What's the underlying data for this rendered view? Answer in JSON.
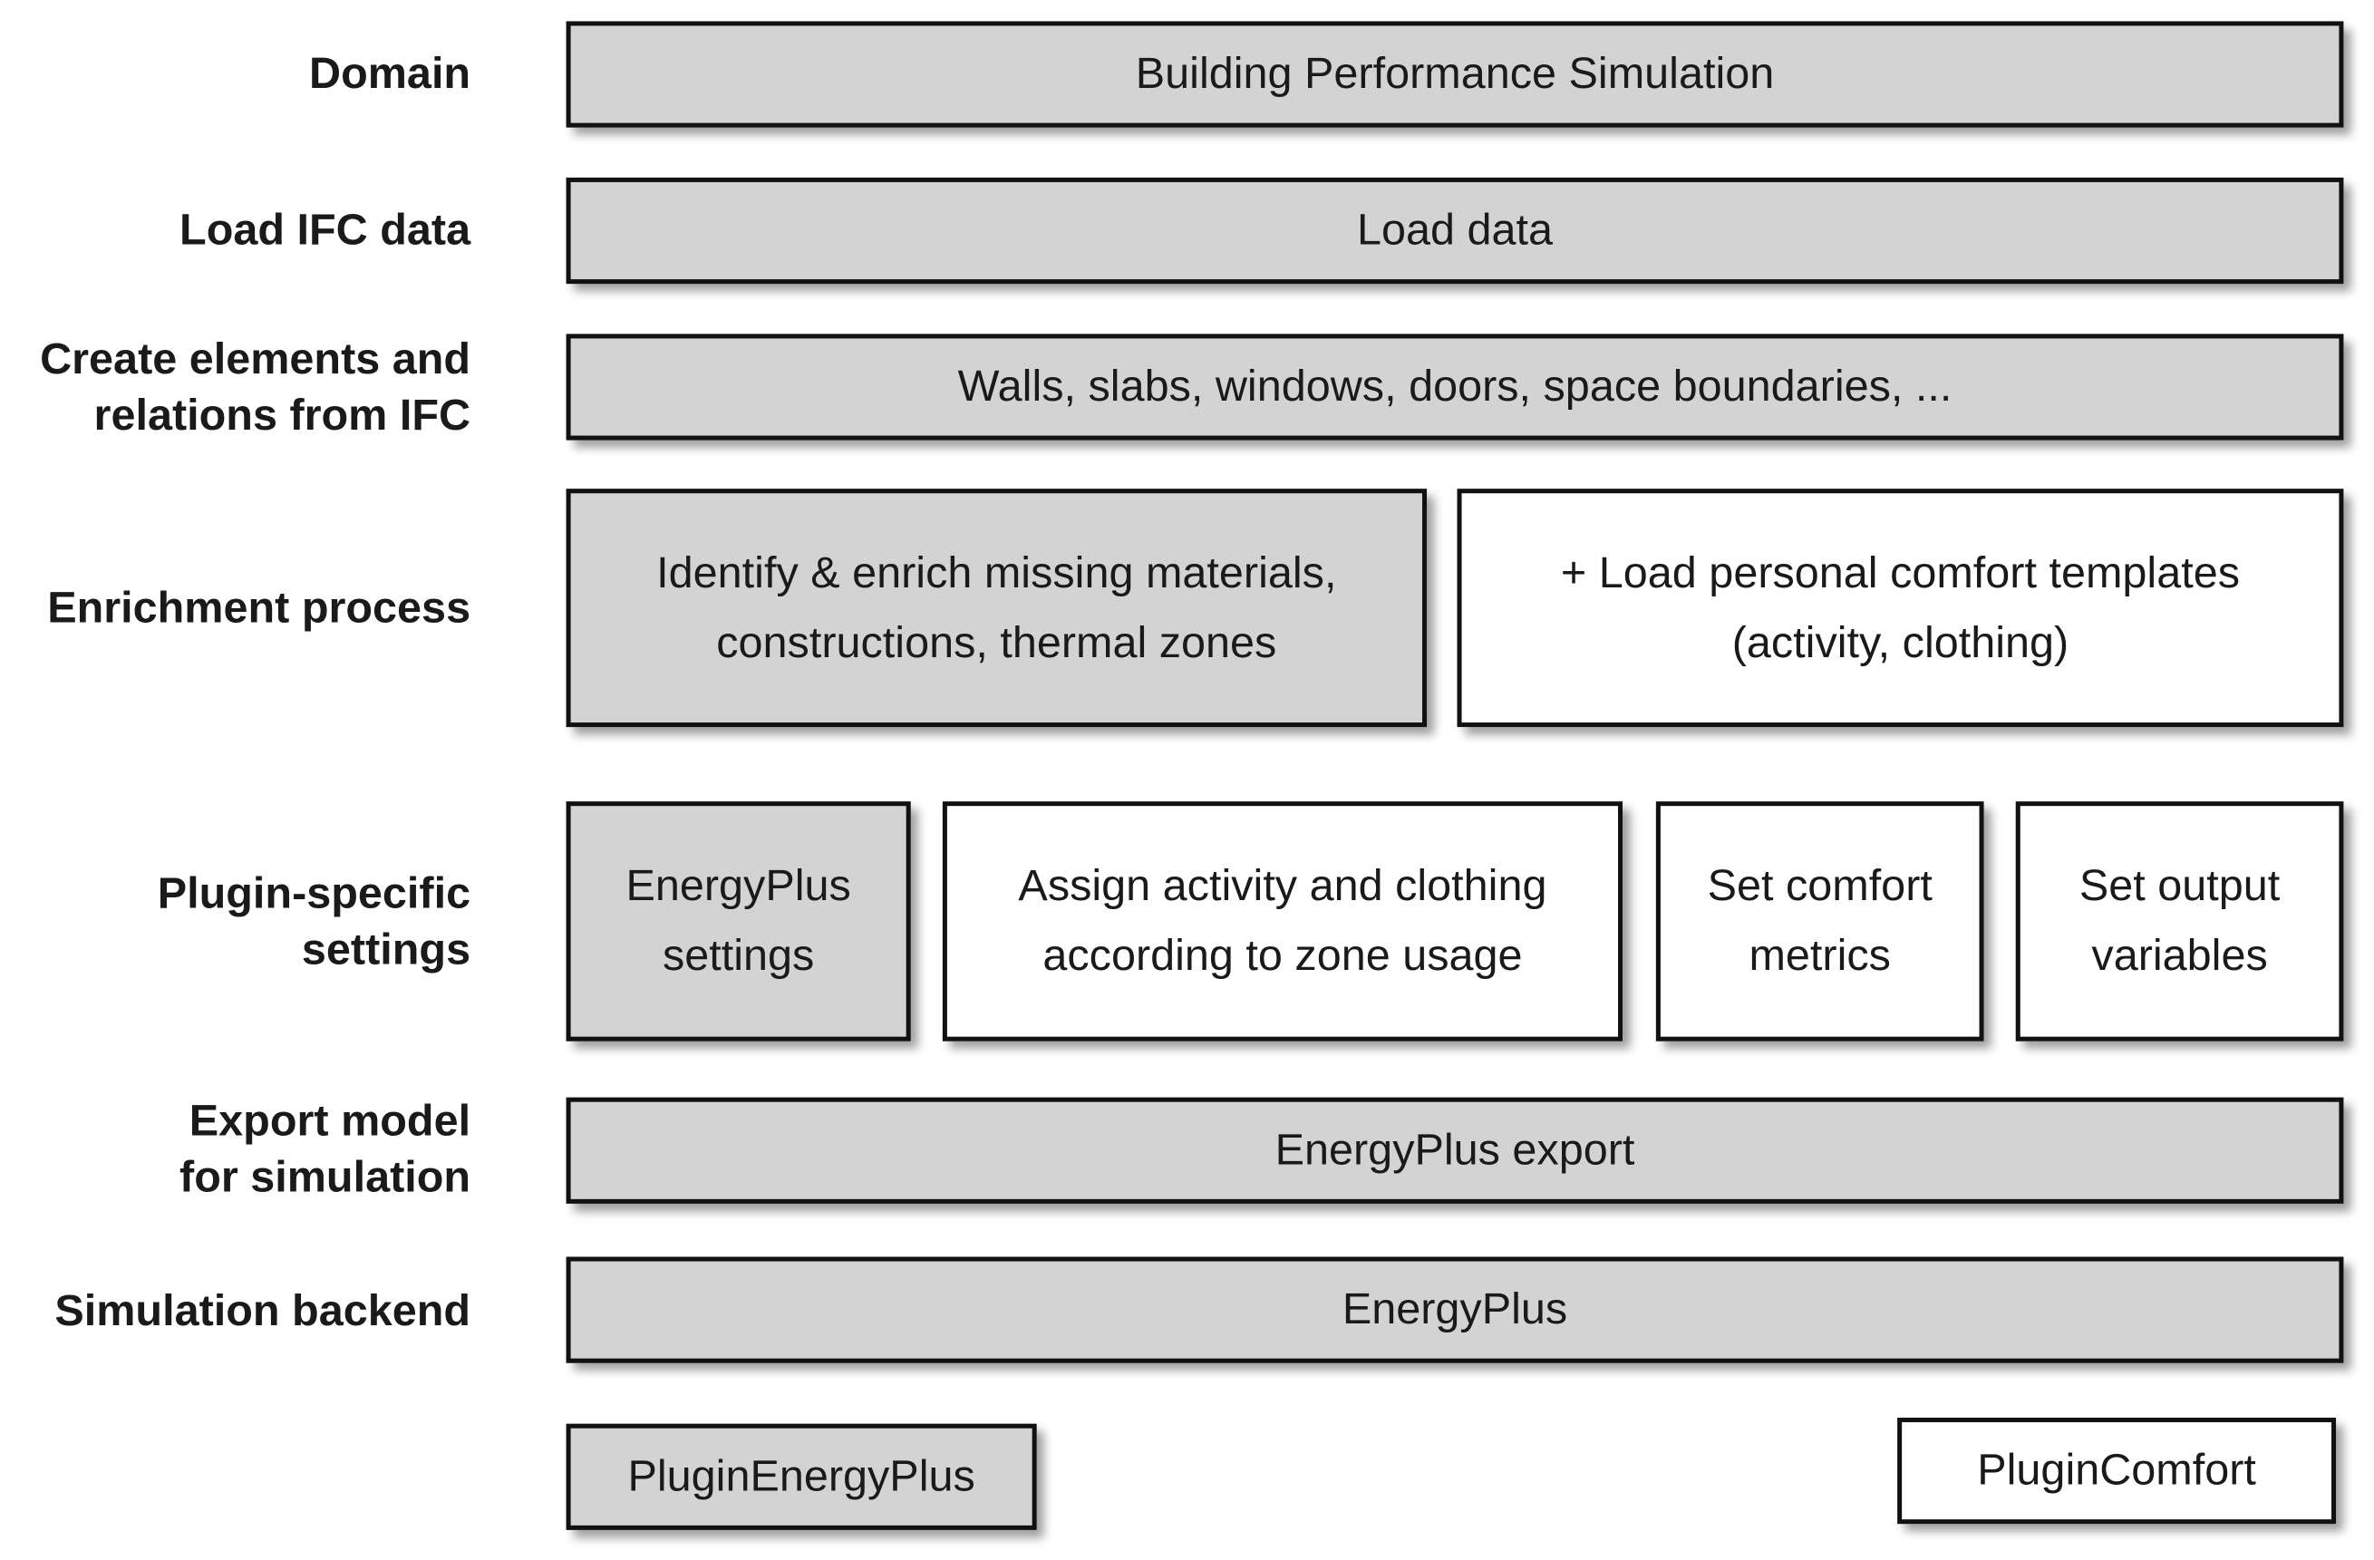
{
  "colors": {
    "gray_box": "#d3d3d3",
    "white_box": "#ffffff",
    "border": "#111111"
  },
  "rows": {
    "domain": {
      "label": "Domain",
      "box": "Building Performance Simulation"
    },
    "load_ifc": {
      "label": "Load IFC data",
      "box": "Load data"
    },
    "create_elements": {
      "label": "Create elements and\nrelations from IFC",
      "box": "Walls, slabs, windows, doors, space boundaries, ..."
    },
    "enrichment": {
      "label": "Enrichment process",
      "box_energyplus": "Identify & enrich missing materials,\nconstructions, thermal zones",
      "box_comfort": "+ Load personal comfort templates\n(activity, clothing)"
    },
    "plugin_settings": {
      "label": "Plugin-specific\nsettings",
      "box_energyplus": "EnergyPlus\nsettings",
      "box_assign": "Assign activity and clothing\naccording to zone usage",
      "box_metrics": "Set comfort\nmetrics",
      "box_output": "Set output\nvariables"
    },
    "export": {
      "label": "Export model\nfor simulation",
      "box": "EnergyPlus export"
    },
    "backend": {
      "label": "Simulation backend",
      "box": "EnergyPlus"
    }
  },
  "legend": {
    "energyplus": "PluginEnergyPlus",
    "comfort": "PluginComfort"
  }
}
